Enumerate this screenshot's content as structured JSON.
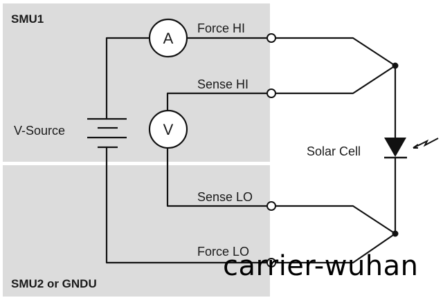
{
  "diagram": {
    "title": "Solar cell I-V measurement with 4-wire SMU connection",
    "panels": {
      "top": "SMU1",
      "bottom": "SMU2 or GNDU"
    },
    "components": {
      "ammeter": "A",
      "voltmeter": "V",
      "source": "V-Source",
      "device": "Solar Cell"
    },
    "terminals": {
      "force_hi": "Force HI",
      "sense_hi": "Sense HI",
      "sense_lo": "Sense LO",
      "force_lo": "Force LO"
    },
    "colors": {
      "panel": "#dcdcdc",
      "wire": "#111111",
      "background": "#ffffff"
    }
  },
  "watermark": "carrier-wuhan"
}
